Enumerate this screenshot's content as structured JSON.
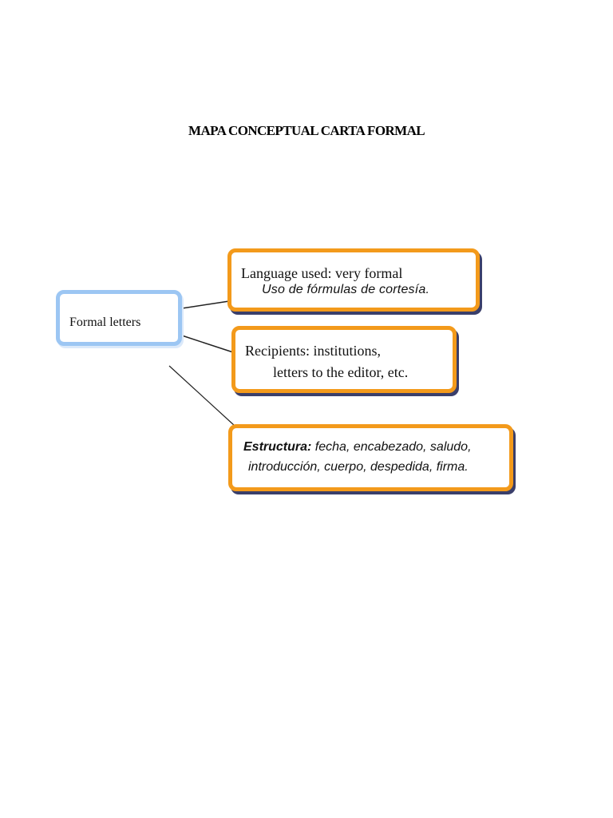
{
  "title": "MAPA CONCEPTUAL CARTA FORMAL",
  "nodes": {
    "formal": {
      "label": "Formal letters"
    },
    "language": {
      "line1": "Language used: very formal",
      "line2": "Uso de fórmulas de cortesía."
    },
    "recipients": {
      "line1": "Recipients: institutions,",
      "line2": "letters to the editor, etc."
    },
    "estructura": {
      "lead": "Estructura:",
      "line1_rest": " fecha,  encabezado, saludo,",
      "line2": "introducción, cuerpo, despedida, firma."
    }
  },
  "colors": {
    "root_border": "#9cc6f3",
    "child_border": "#f39a1b",
    "child_shadow": "#3a3f6b"
  }
}
